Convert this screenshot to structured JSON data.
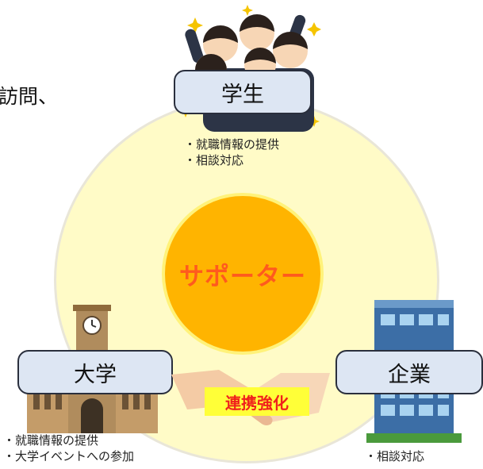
{
  "top_left_text": "訪問、",
  "center": {
    "label": "サポーター"
  },
  "nodes": {
    "students": {
      "label": "学生",
      "bullets": [
        "就職情報の提供",
        "相談対応"
      ]
    },
    "university": {
      "label": "大学",
      "bullets": [
        "就職情報の提供",
        "大学イベントへの参加"
      ]
    },
    "company": {
      "label": "企業",
      "bullets": [
        "相談対応"
      ]
    }
  },
  "handshake_badge": "連携強化",
  "illustrations": [
    "students-illustration",
    "clocktower-illustration",
    "office-building-illustration",
    "handshake-illustration"
  ]
}
